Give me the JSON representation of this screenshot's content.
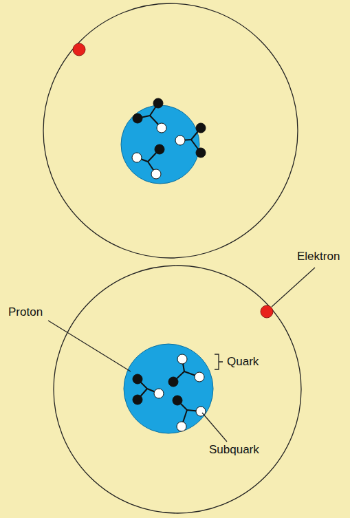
{
  "diagram": {
    "labels": [
      "Elektron",
      "Proton",
      "Quark",
      "Subquark"
    ]
  }
}
